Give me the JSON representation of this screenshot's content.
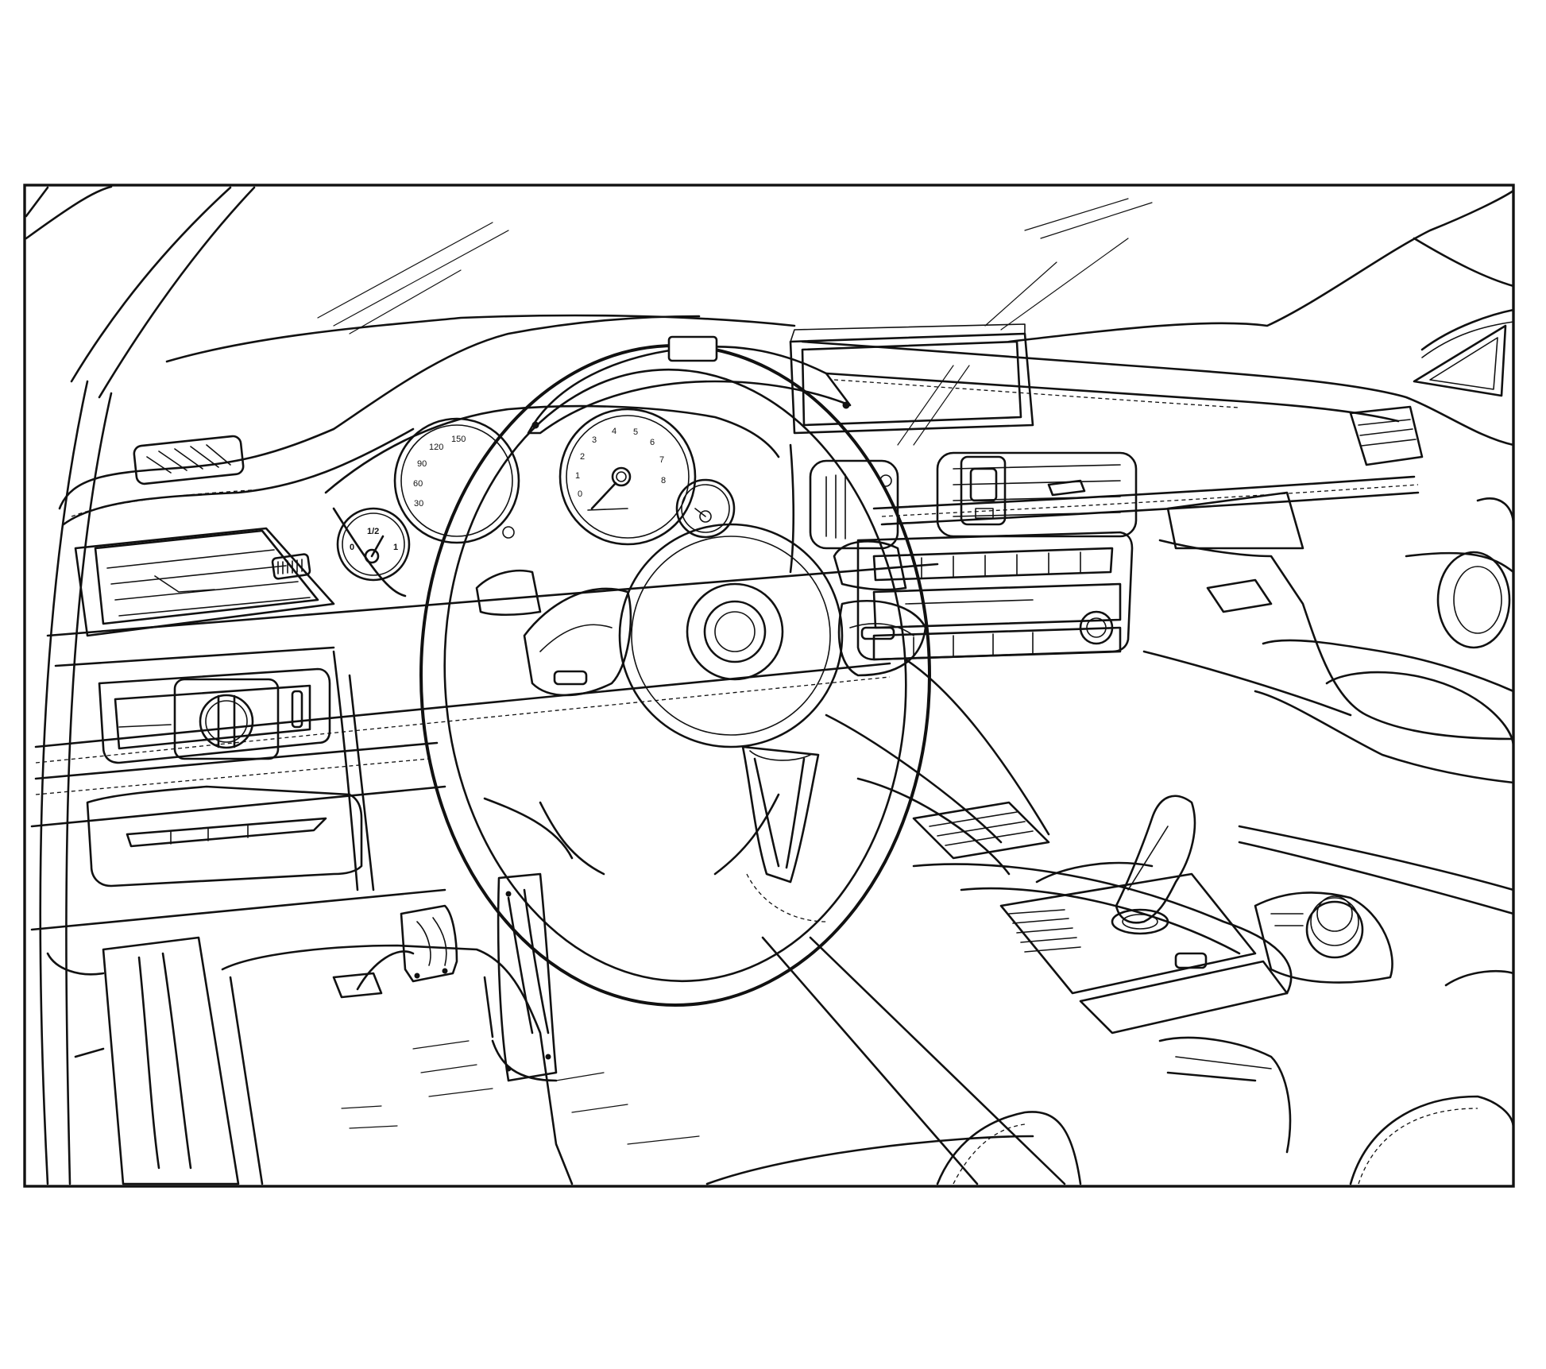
{
  "colors": {
    "ink": "#111111",
    "paper": "#ffffff"
  },
  "gauges": {
    "fuel": {
      "labels": [
        "0",
        "1/2",
        "1"
      ]
    },
    "speedometer": {
      "labels": [
        "30",
        "60",
        "90",
        "120",
        "150"
      ]
    },
    "tachometer": {
      "labels": [
        "0",
        "1",
        "2",
        "3",
        "4",
        "5",
        "6",
        "7",
        "8"
      ]
    }
  },
  "icons": [
    "steering-wheel-icon",
    "gear-shifter-icon",
    "pedal-icon",
    "air-vent-icon",
    "knob-icon"
  ]
}
